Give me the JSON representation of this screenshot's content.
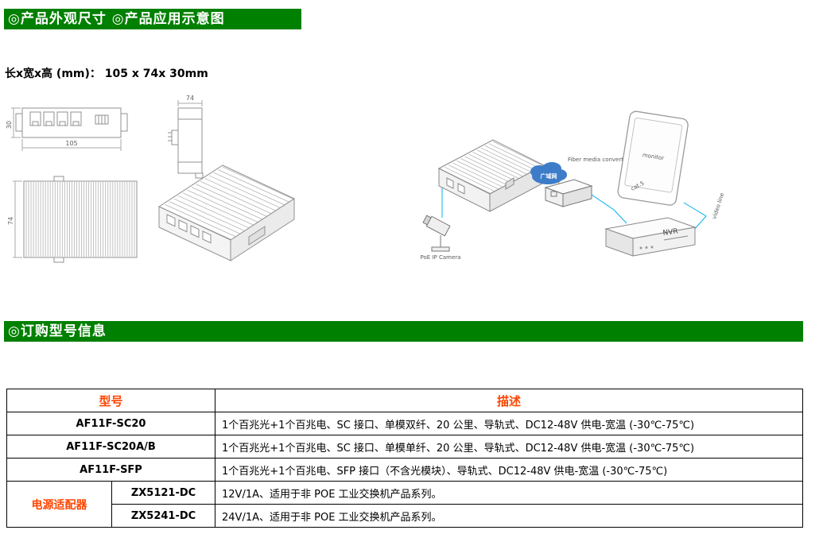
{
  "page": {
    "section1_title": "◎产品外观尺寸  ◎产品应用示意图",
    "section2_title": "◎订购型号信息",
    "dimensions_text": "长x宽x高 (mm)：  105 x 74x 30mm"
  },
  "drawing_labels": {
    "width": "105",
    "height": "30",
    "depth": "74",
    "depth2": "74"
  },
  "app_labels": {
    "camera": "PoE IP Camera",
    "wan": "广域网",
    "converter": "Fiber media converter",
    "monitor": "monitor",
    "nvr": "NVR",
    "cat5": "cat.5",
    "video_line": "video line"
  },
  "table": {
    "headers": {
      "model": "型号",
      "description": "描述"
    },
    "rows": [
      {
        "model": "AF11F-SC20",
        "description": "1个百兆光+1个百兆电、SC 接口、单模双纤、20 公里、导轨式、DC12-48V 供电-宽温 (-30℃-75℃)"
      },
      {
        "model": "AF11F-SC20A/B",
        "description": "1个百兆光+1个百兆电、SC 接口、单模单纤、20 公里、导轨式、DC12-48V 供电-宽温 (-30℃-75℃)"
      },
      {
        "model": "AF11F-SFP",
        "description": "1个百兆光+1个百兆电、SFP 接口（不含光模块）、导轨式、DC12-48V 供电-宽温 (-30℃-75℃)"
      }
    ],
    "adapter": {
      "label": "电源适配器",
      "rows": [
        {
          "model": "ZX5121-DC",
          "description": "12V/1A、适用于非 POE 工业交换机产品系列。"
        },
        {
          "model": "ZX5241-DC",
          "description": "24V/1A、适用于非 POE 工业交换机产品系列。"
        }
      ]
    }
  },
  "colors": {
    "banner_green": "#008000",
    "table_header_red": "#ff4500",
    "cable_cyan": "#00b0f0",
    "cable_orange": "#f7941d",
    "cloud_blue": "#3d7cc9"
  }
}
